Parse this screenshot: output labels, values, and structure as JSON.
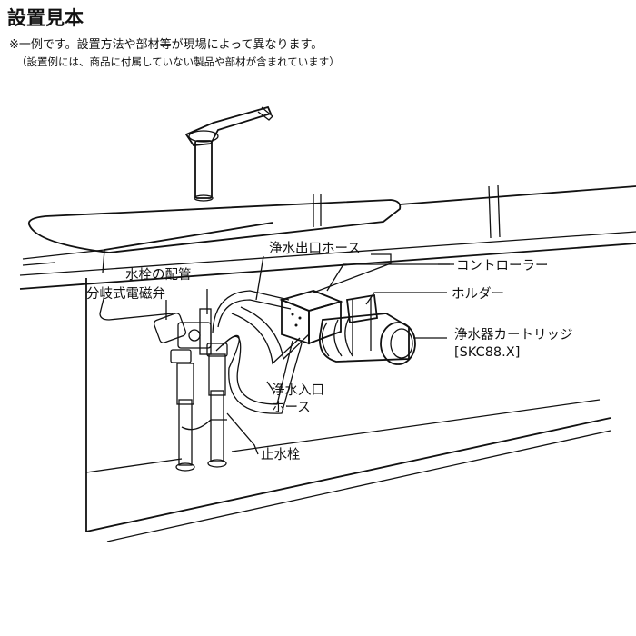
{
  "header": {
    "title": "設置見本",
    "note": "※一例です。設置方法や部材等が現場によって異なります。",
    "subnote": "（設置例には、商品に付属していない製品や部材が含まれています）"
  },
  "labels": {
    "outlet_hose": "浄水出口ホース",
    "controller": "コントローラー",
    "faucet_pipe": "水栓の配管",
    "solenoid_valve": "分岐式電磁弁",
    "holder": "ホルダー",
    "cartridge_line1": "浄水器カートリッジ",
    "cartridge_line2": "[SKC88.X]",
    "inlet_hose_line1": "浄水入口",
    "inlet_hose_line2": "ホース",
    "stop_valve": "止水栓"
  }
}
